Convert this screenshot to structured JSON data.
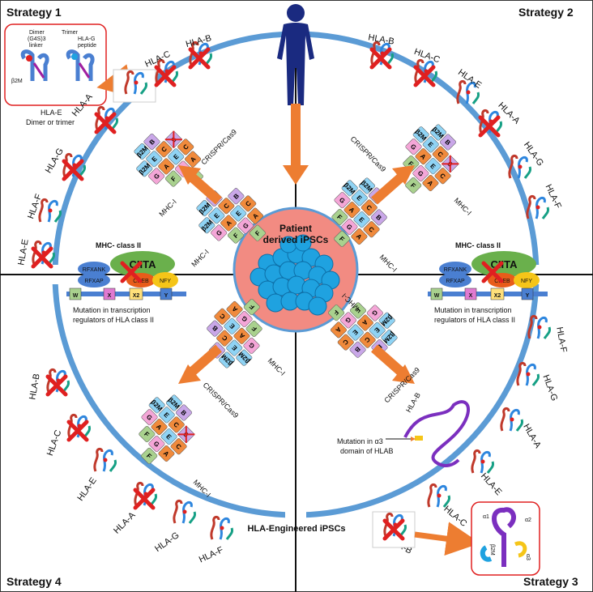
{
  "strategies": {
    "s1": "Strategy 1",
    "s2": "Strategy 2",
    "s3": "Strategy 3",
    "s4": "Strategy 4"
  },
  "center": {
    "line1": "Patient",
    "line2": "derived iPSCs"
  },
  "bottom_label": "HLA-Engineered iPSCs",
  "crispr": "CRISPR/Cas9",
  "mhc_i": "MHC-I",
  "mhc_ii": {
    "title": "MHC- class II",
    "ciita": "CIITA",
    "rfxank": "RFXANK",
    "rfxap": "RFXAP",
    "creb": "CREB",
    "nfy": "NFY",
    "boxes": [
      "W",
      "X",
      "X2",
      "Y"
    ],
    "caption1": "Mutation in transcription",
    "caption2": "regulators of HLA  class II"
  },
  "inset1": {
    "dimer": "Dimer",
    "g4s": "(G4S)3",
    "linker": "linker",
    "trimer": "Trimer",
    "hlag": "HLA-G",
    "peptide": "peptide",
    "b2m": "β2M",
    "caption1": "HLA-E",
    "caption2": "Dimer or trimer"
  },
  "inset3": {
    "a1": "α1",
    "a2": "α2",
    "a3": "α3",
    "b2m": "β2M"
  },
  "strategy3": {
    "hlab": "HLA-B",
    "mut1": "Mutation in α3",
    "mut2": "domain of HLAB"
  },
  "hla_labels": {
    "s1": [
      "HLA-E",
      "HLA-F",
      "HLA-G",
      "HLA-A",
      "HLA-C",
      "HLA-B"
    ],
    "s2": [
      "HLA-B",
      "HLA-C",
      "HLA-E",
      "HLA-A",
      "HLA-G",
      "HLA-F"
    ],
    "s3": [
      "HLA-F",
      "HLA-G",
      "HLA-A",
      "HLA-E",
      "HLA-C",
      "HLA-B"
    ],
    "s4": [
      "HLA-B",
      "HLA-C",
      "HLA-E",
      "HLA-A",
      "HLA-G",
      "HLA-F"
    ]
  },
  "gene_rows": {
    "row1": [
      "β2M",
      "B"
    ],
    "row2": [
      "β2M",
      "E",
      "C",
      "B"
    ],
    "row3": [
      "G",
      "A",
      "E",
      "C"
    ],
    "row4": [
      "F",
      "G",
      "A"
    ],
    "row5": [
      "F"
    ]
  },
  "colors": {
    "ring": "#5b9bd5",
    "arrow": "#ed7d31",
    "cell_fill": "#f28b82",
    "cell_blue": "#1fa2e0",
    "ciita": "#6ab04c",
    "rfx": "#4a7fd1",
    "creb": "#e85c1a",
    "nfy": "#f5c518",
    "gene_green": "#a9d18e",
    "gene_pink": "#f4a6d7",
    "gene_orange": "#f08a3c",
    "gene_yellow": "#ffe07a",
    "gene_blue": "#8fd3f4",
    "gene_purple": "#c9a7e8",
    "cross": "#e02020",
    "person": "#1a2a80"
  }
}
